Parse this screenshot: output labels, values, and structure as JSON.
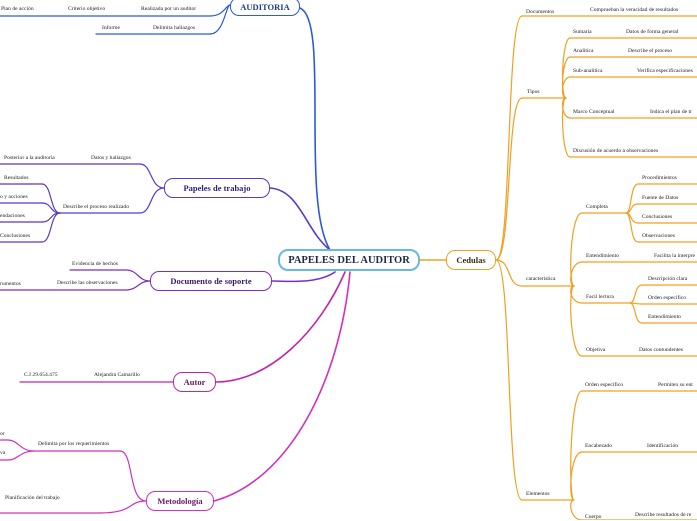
{
  "colors": {
    "root_border": "#68b8df",
    "auditoria": "#2d5bd8",
    "papeles": "#5b38c8",
    "documento": "#7d2fbf",
    "autor": "#c025b0",
    "metodologia": "#d130c3",
    "cedulas": "#f0a020"
  },
  "root": {
    "label": "PAPELES DEL AUDITOR"
  },
  "nodes": {
    "auditoria": "AUDITORIA",
    "papeles": "Papeles de trabajo",
    "documento": "Documento de soporte",
    "autor": "Autor",
    "metodologia": "Metodología",
    "cedulas": "Cedulas"
  },
  "left": {
    "auditoria": {
      "plan_accion": "Plan de acción",
      "criterio": "Criterio objetivo",
      "realizada": "Realizada por un auditor",
      "informe": "Informe",
      "delimita_hallazgos": "Delimita hallazgos"
    },
    "papeles": {
      "posterior": "Posterior a la auditoria",
      "datos_hallazgos": "Datos y hallazgos",
      "resultados": "Resultados",
      "hechos_acciones": "o y acciones",
      "recomendaciones": "endaciones",
      "conclusiones": "Conclusiones",
      "describe_proceso": "Describe el proceso realizado"
    },
    "documento": {
      "evidencia": "Evidencia de hechos",
      "describe_obs": "Describe las observaciones",
      "instrumentos": "rumentos"
    },
    "autor": {
      "ci": "C.I 29.654.475",
      "nombre": "Alejandra Camarillo"
    },
    "metodologia": {
      "or": "or",
      "va": "va",
      "delimita_req": "Delimita por los requerimientos",
      "planificacion": "Planificación del trabajo"
    }
  },
  "right": {
    "documentos": "Documentos",
    "comprueban": "Comprueban la veracidad de resultados",
    "tipos": "Tipos",
    "sumaria": "Sumaria",
    "datos_forma": "Datos de forma general",
    "analitica": "Analitica",
    "describe_proceso": "Describe el proceso",
    "sub_analitica": "Sub-analitica",
    "verifica": "Verifica especificaciones",
    "marco": "Marco Conceptual",
    "indica": "Indica el plan de tr",
    "discusion": "Discusión de acuerdo a observaciones",
    "caracteristica": "caracteristica",
    "completa": "Completa",
    "procedimientos": "Procedimientos",
    "fuente": "Fuente de Datos",
    "conclusiones": "Conclusiones",
    "observaciones": "Observaciones",
    "entendimiento": "Entendimiento",
    "facilita": "Facilita la interpre",
    "facil_lectura": "Facil lectura",
    "descripcion": "Descripción clara",
    "orden_especifico": "Orden especifico",
    "entendimiento2": "Entendimiento",
    "objetiva": "Objetiva",
    "datos_contundentes": "Datos contundentes",
    "elementos": "Elementos",
    "orden_especifico2": "Orden especifico",
    "permiten": "Permiten su ent",
    "encabezado": "Encabezado",
    "identificacion": "Identificación",
    "cuerpo": "Cuerpo",
    "describe_resultados": "Describe resultados de re"
  }
}
